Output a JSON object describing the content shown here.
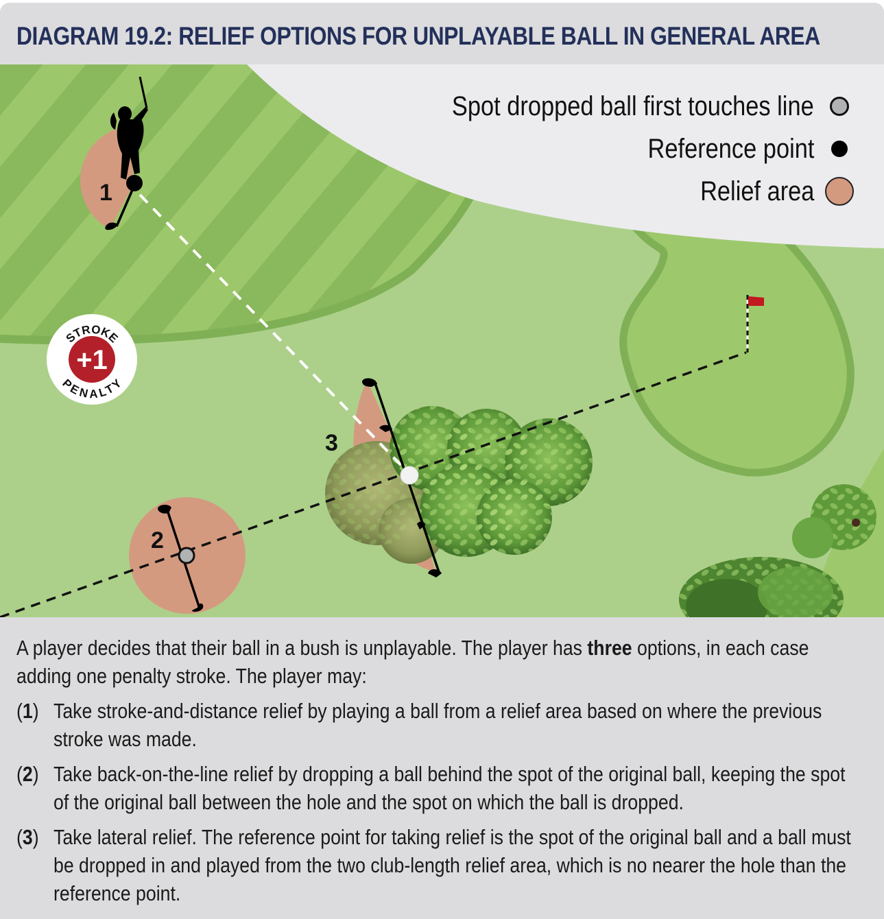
{
  "header": {
    "title": "DIAGRAM 19.2:  RELIEF OPTIONS FOR UNPLAYABLE BALL IN GENERAL AREA"
  },
  "legend": {
    "items": [
      {
        "label": "Spot dropped ball first touches line",
        "icon": "grey-circle-icon",
        "color": "#b0b2b4"
      },
      {
        "label": "Reference point",
        "icon": "black-dot-icon",
        "color": "#000000"
      },
      {
        "label": "Relief area",
        "icon": "relief-area-icon",
        "color": "#d49a80"
      }
    ]
  },
  "diagram": {
    "option_labels": [
      "1",
      "2",
      "3"
    ],
    "badge": {
      "top": "STROKE",
      "center": "+1",
      "bottom": "PENALTY",
      "color": "#b3202a"
    },
    "colors": {
      "fairway_light": "#9dc76b",
      "fairway_dark": "#8ab85c",
      "rough": "#acd08a",
      "green": "#9ec86c",
      "green_fringe": "#7fb055",
      "relief_area": "#d49a80",
      "flag": "#c2181f"
    }
  },
  "description": {
    "intro_before": "A player decides that their ball in a bush is unplayable. The player has ",
    "intro_bold": "three",
    "intro_after": " options, in each case adding one penalty stroke. The player may:",
    "options": [
      {
        "num": "1",
        "text": "Take stroke-and-distance relief by playing a ball from a relief area based on where the previous stroke was made."
      },
      {
        "num": "2",
        "text": "Take back-on-the-line relief by dropping a ball behind the spot of the original ball, keeping the spot of the original ball between the hole and the spot on which the ball is dropped."
      },
      {
        "num": "3",
        "text": "Take lateral relief. The reference point for taking relief is the spot of the original ball and a ball must be dropped in and played from the two club-length relief area, which is no nearer the hole than the reference point."
      }
    ]
  }
}
